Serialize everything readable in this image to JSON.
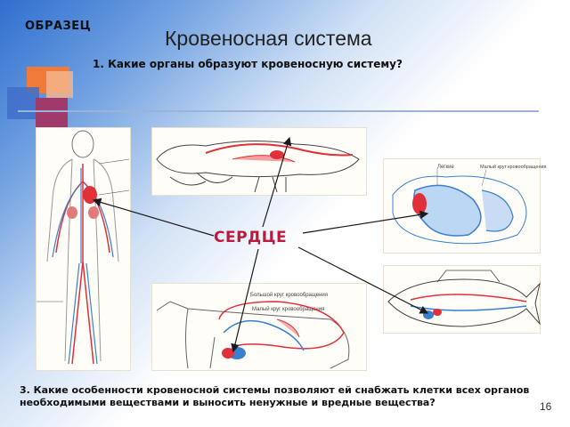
{
  "slide": {
    "sample_label": "ОБРАЗЕЦ",
    "title": "Кровеносная система",
    "question1": "1. Какие органы образуют кровеносную систему?",
    "center_label": "СЕРДЦЕ",
    "question3": "3. Какие особенности кровеносной системы позволяют ей снабжать клетки всех органов необходимыми веществами и выносить ненужные и вредные вещества?",
    "page_number": "16"
  },
  "images": {
    "frog_labels": {
      "lungs": "Легкие",
      "small_circle": "Малый круг кровообращения"
    },
    "mammal_labels": {
      "big_circle": "Большой круг кровообращения",
      "small_circle": "Малый круг кровообращения"
    }
  },
  "colors": {
    "artery": "#e0303a",
    "vein": "#3a7fd0",
    "heart_label": "#c0183c",
    "arrow": "#1a1a1a"
  },
  "icons": [
    "decor-squares",
    "arrow"
  ]
}
